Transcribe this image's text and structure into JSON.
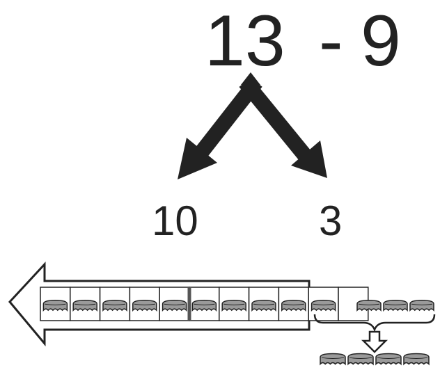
{
  "expression": {
    "minuend": "13",
    "operator": "-",
    "subtrahend": "9"
  },
  "split": {
    "left_part": "10",
    "right_part": "3"
  },
  "model": {
    "frame_cells": 10,
    "extra_cells": 1,
    "caps_in_frame": 9,
    "cap_in_extra_cell": 1,
    "loose_caps": 3,
    "result_caps": 4
  },
  "colors": {
    "ink": "#222222",
    "cap_fill": "#9a9a9a",
    "divider": "#555555"
  },
  "icons": [
    "arrow-left-icon",
    "arrow-down-icon",
    "bottle-cap-icon",
    "brace-icon"
  ]
}
